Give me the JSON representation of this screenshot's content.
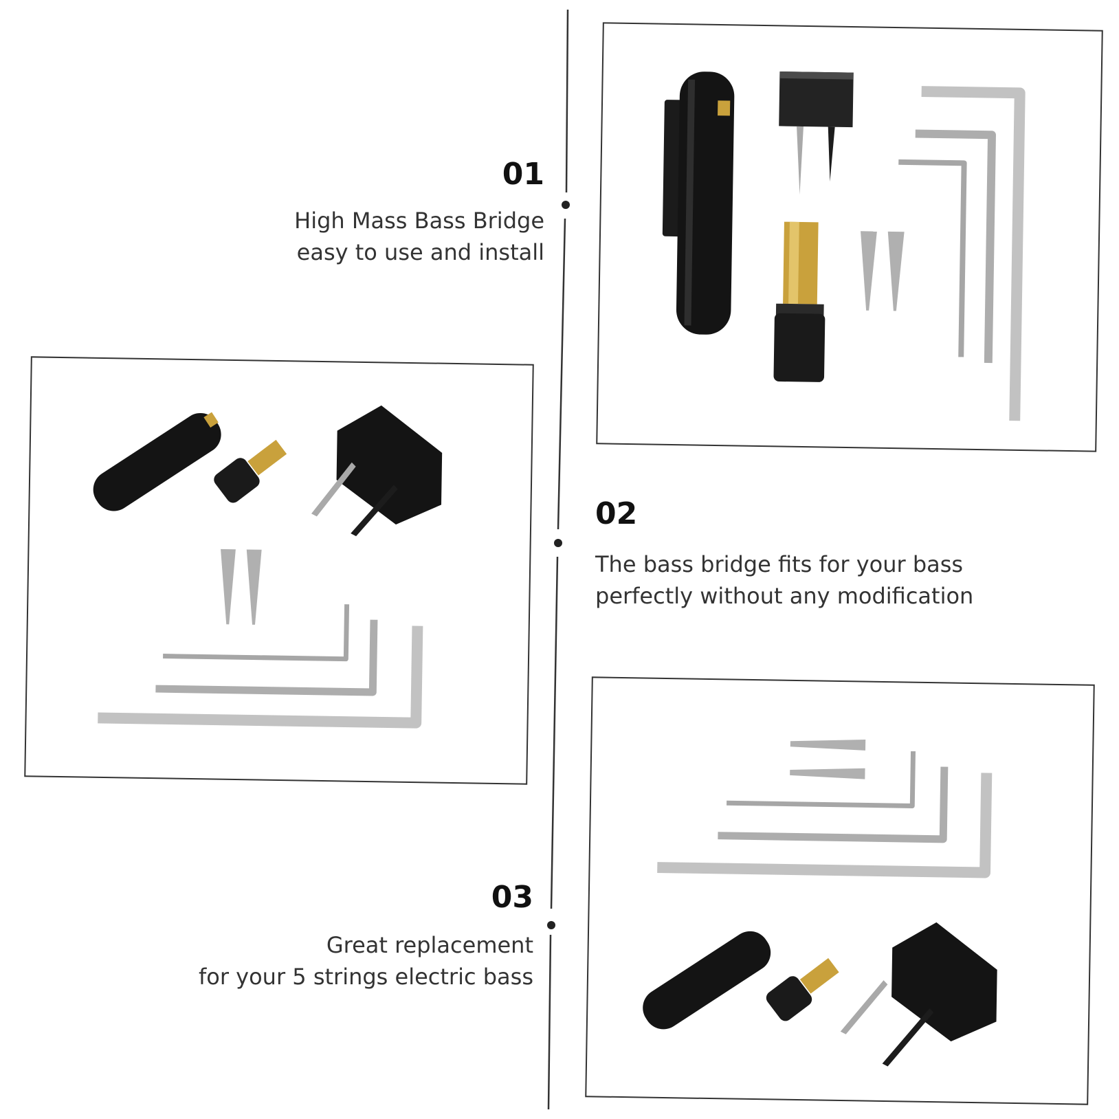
{
  "steps": [
    {
      "number": "01",
      "lines": [
        "High Mass Bass Bridge",
        "easy to use and install"
      ]
    },
    {
      "number": "02",
      "lines": [
        "The bass bridge fits for your bass",
        "perfectly without any modification"
      ]
    },
    {
      "number": "03",
      "lines": [
        "Great replacement",
        "for your 5 strings electric bass"
      ]
    }
  ],
  "colors": {
    "anodized_black": "#141414",
    "brass": "#c9a13c",
    "steel": "#b9b9b9",
    "line": "#333333"
  },
  "icons": [
    "saddle-barrel",
    "saddle-block",
    "height-screw",
    "mounting-screw",
    "hex-key"
  ]
}
